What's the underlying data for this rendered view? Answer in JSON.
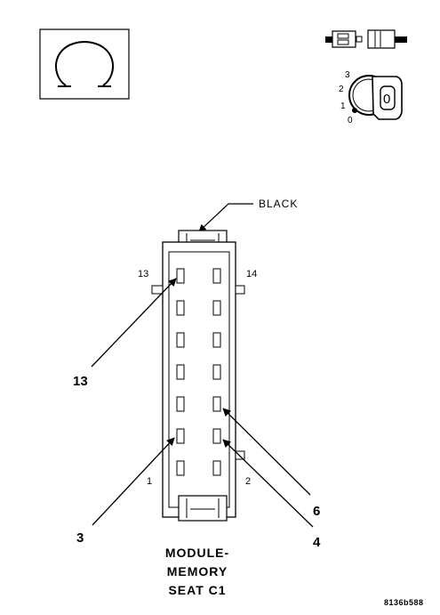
{
  "symbols": {
    "ohmmeter": "ohm-symbol",
    "ignition": "ignition-key-icon",
    "ignition_positions": [
      "3",
      "2",
      "1",
      "0"
    ],
    "key_label": "0"
  },
  "connector": {
    "color_label": "BLACK",
    "cavity_labels": {
      "top_left": "13",
      "top_right": "14",
      "bottom_left": "1",
      "bottom_right": "2"
    },
    "callouts": [
      "13",
      "3",
      "6",
      "4"
    ],
    "title_lines": [
      "MODULE-",
      "MEMORY",
      "SEAT C1"
    ]
  },
  "figure_code": "8136b588"
}
